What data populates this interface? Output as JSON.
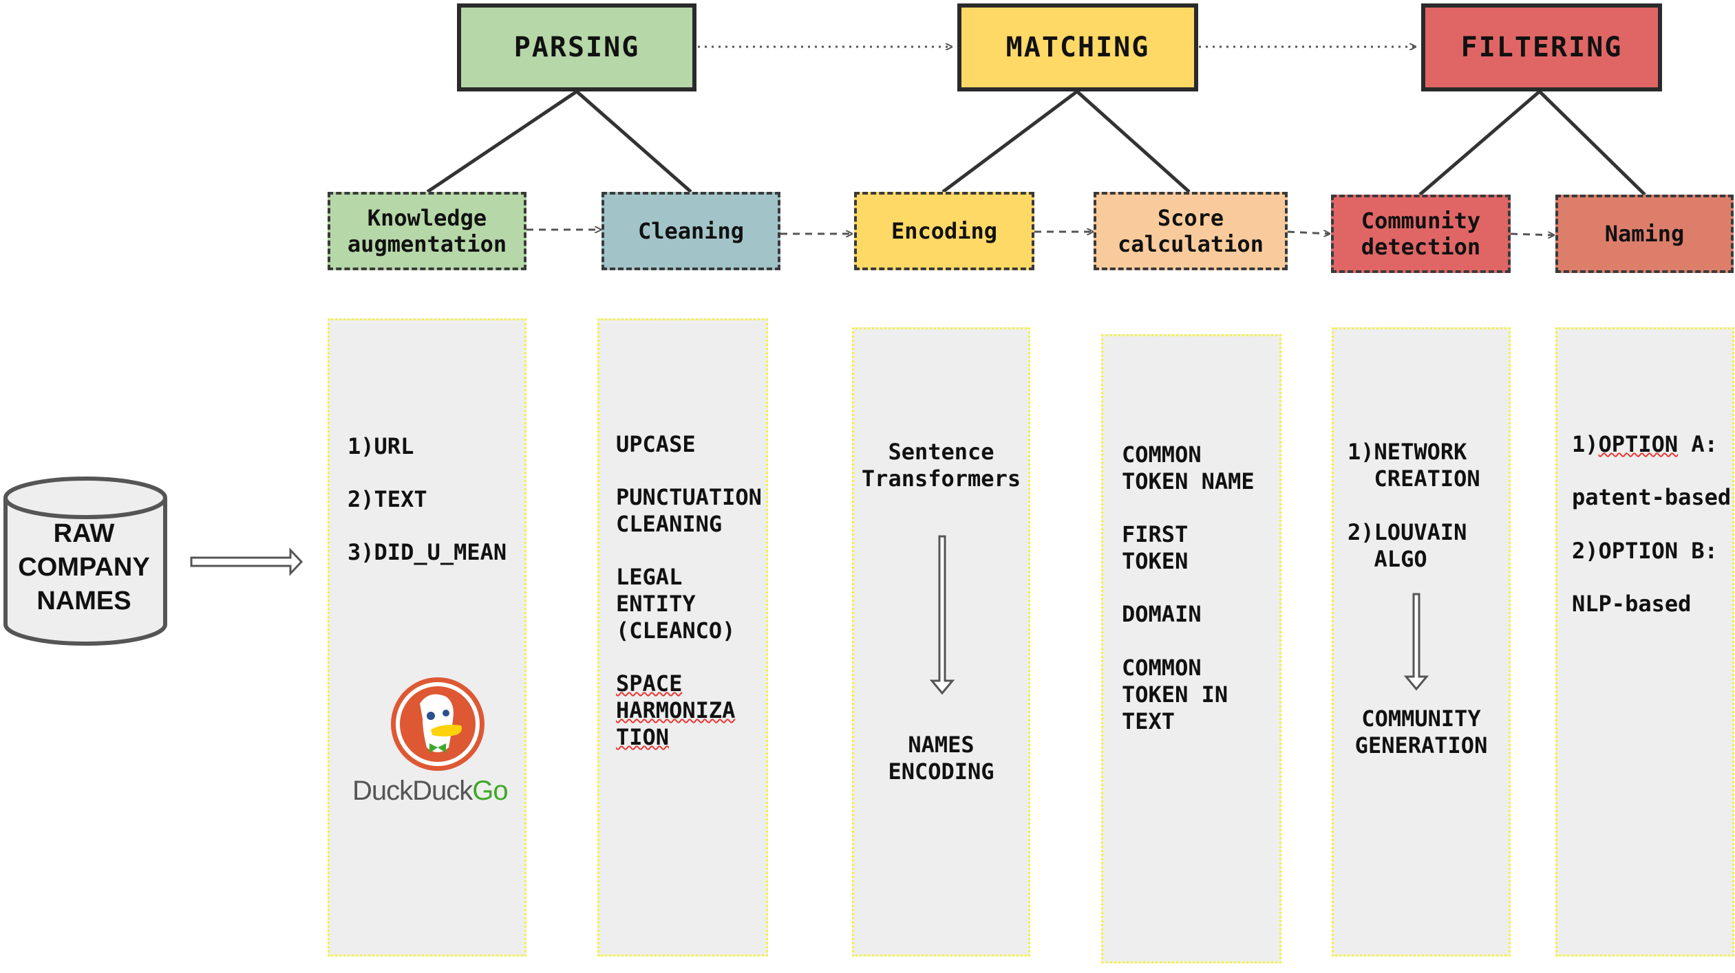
{
  "stages": [
    {
      "label": "PARSING",
      "color": "#b6d7a8"
    },
    {
      "label": "MATCHING",
      "color": "#ffd966"
    },
    {
      "label": "FILTERING",
      "color": "#e06666"
    }
  ],
  "substeps": [
    {
      "label": "Knowledge\naugmentation",
      "color": "#b6d7a8"
    },
    {
      "label": "Cleaning",
      "color": "#a2c4c9"
    },
    {
      "label": "Encoding",
      "color": "#ffd966"
    },
    {
      "label": "Score\ncalculation",
      "color": "#f9cb9c"
    },
    {
      "label": "Community\ndetection",
      "color": "#e06666"
    },
    {
      "label": "Naming",
      "color": "#dd7e6b"
    }
  ],
  "input": {
    "label": "RAW\nCOMPANY\nNAMES"
  },
  "columns": {
    "knowledge": {
      "items": [
        "1)URL",
        "2)TEXT",
        "3)DID_U_MEAN"
      ],
      "logo_word_1": "DuckDuck",
      "logo_word_2": "Go"
    },
    "cleaning": {
      "items": [
        "UPCASE",
        "PUNCTUATION\nCLEANING",
        "LEGAL\nENTITY\n(CLEANCO)",
        "SPACE\nHARMONIZA"
      ],
      "last_line": "TION"
    },
    "encoding": {
      "top": "Sentence\nTransformers",
      "bottom": "NAMES\nENCODING"
    },
    "score": {
      "items": [
        "COMMON\nTOKEN NAME",
        "FIRST\nTOKEN",
        "DOMAIN",
        "COMMON\nTOKEN IN\nTEXT"
      ]
    },
    "community": {
      "items": [
        "1)NETWORK\n  CREATION",
        "2)LOUVAIN\n  ALGO"
      ],
      "bottom": "COMMUNITY\nGENERATION"
    },
    "naming": {
      "item1_prefix": "1)",
      "item1_word": "OPTION",
      "item1_suffix": " A:",
      "item2": "patent-based",
      "item3": "2)OPTION B:",
      "item4": "NLP-based"
    }
  },
  "colors": {
    "column_fill": "#eeeeee",
    "column_border": "#f5f23a",
    "ddg_red": "#de5833",
    "ddg_green": "#3fa829"
  }
}
